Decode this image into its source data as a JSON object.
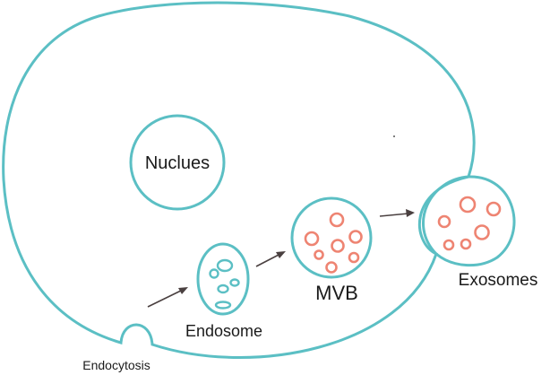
{
  "labels": {
    "nucleus": "Nuclues",
    "endosome": "Endosome",
    "mvb": "MVB",
    "exosomes": "Exosomes",
    "endocytosis": "Endocytosis"
  },
  "colors": {
    "membrane": "#5bbfc4",
    "exosome_vesicle": "#ee8472",
    "arrow": "#4a4040"
  },
  "icons": {
    "arrow": "right-arrow-icon"
  }
}
